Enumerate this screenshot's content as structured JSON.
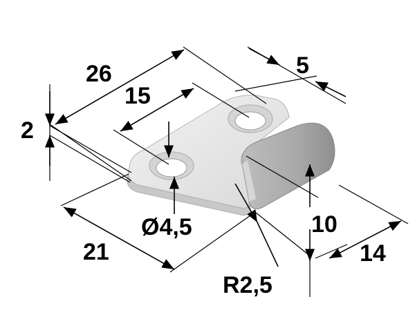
{
  "drawing": {
    "dimensions": {
      "d26": "26",
      "d5": "5",
      "d15": "15",
      "d2": "2",
      "hole_dia": "Ø4,5",
      "d10": "10",
      "d21": "21",
      "d14": "14",
      "radius": "R2,5"
    },
    "colors": {
      "part_light": "#e6e6e6",
      "part_mid": "#cfcfcf",
      "part_dark": "#9f9f9f",
      "line": "#000000"
    }
  }
}
